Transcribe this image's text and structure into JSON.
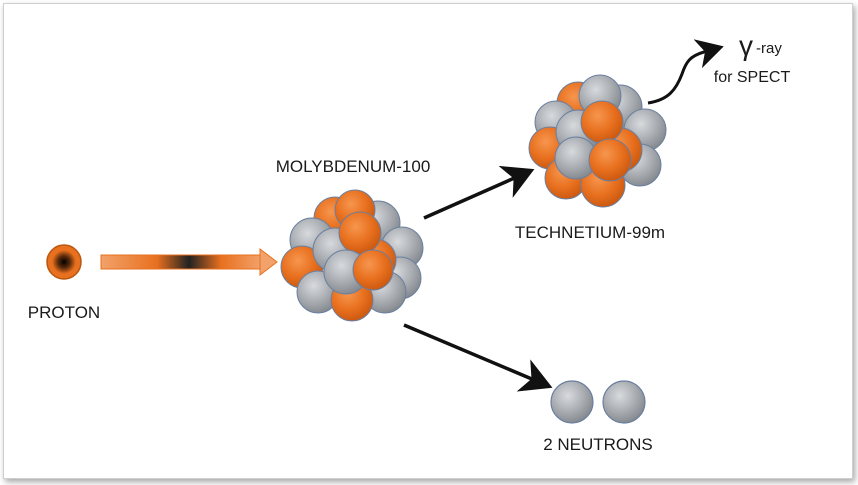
{
  "labels": {
    "proton": "PROTON",
    "molybdenum": "MOLYBDENUM-100",
    "technetium": "TECHNETIUM-99m",
    "neutrons": "2 NEUTRONS",
    "gamma_symbol": "γ",
    "gamma_suffix": "-ray",
    "gamma_use": "for SPECT"
  },
  "colors": {
    "proton": "#e8701f",
    "neutron": "#a9adb2",
    "arrow": "#111111"
  }
}
